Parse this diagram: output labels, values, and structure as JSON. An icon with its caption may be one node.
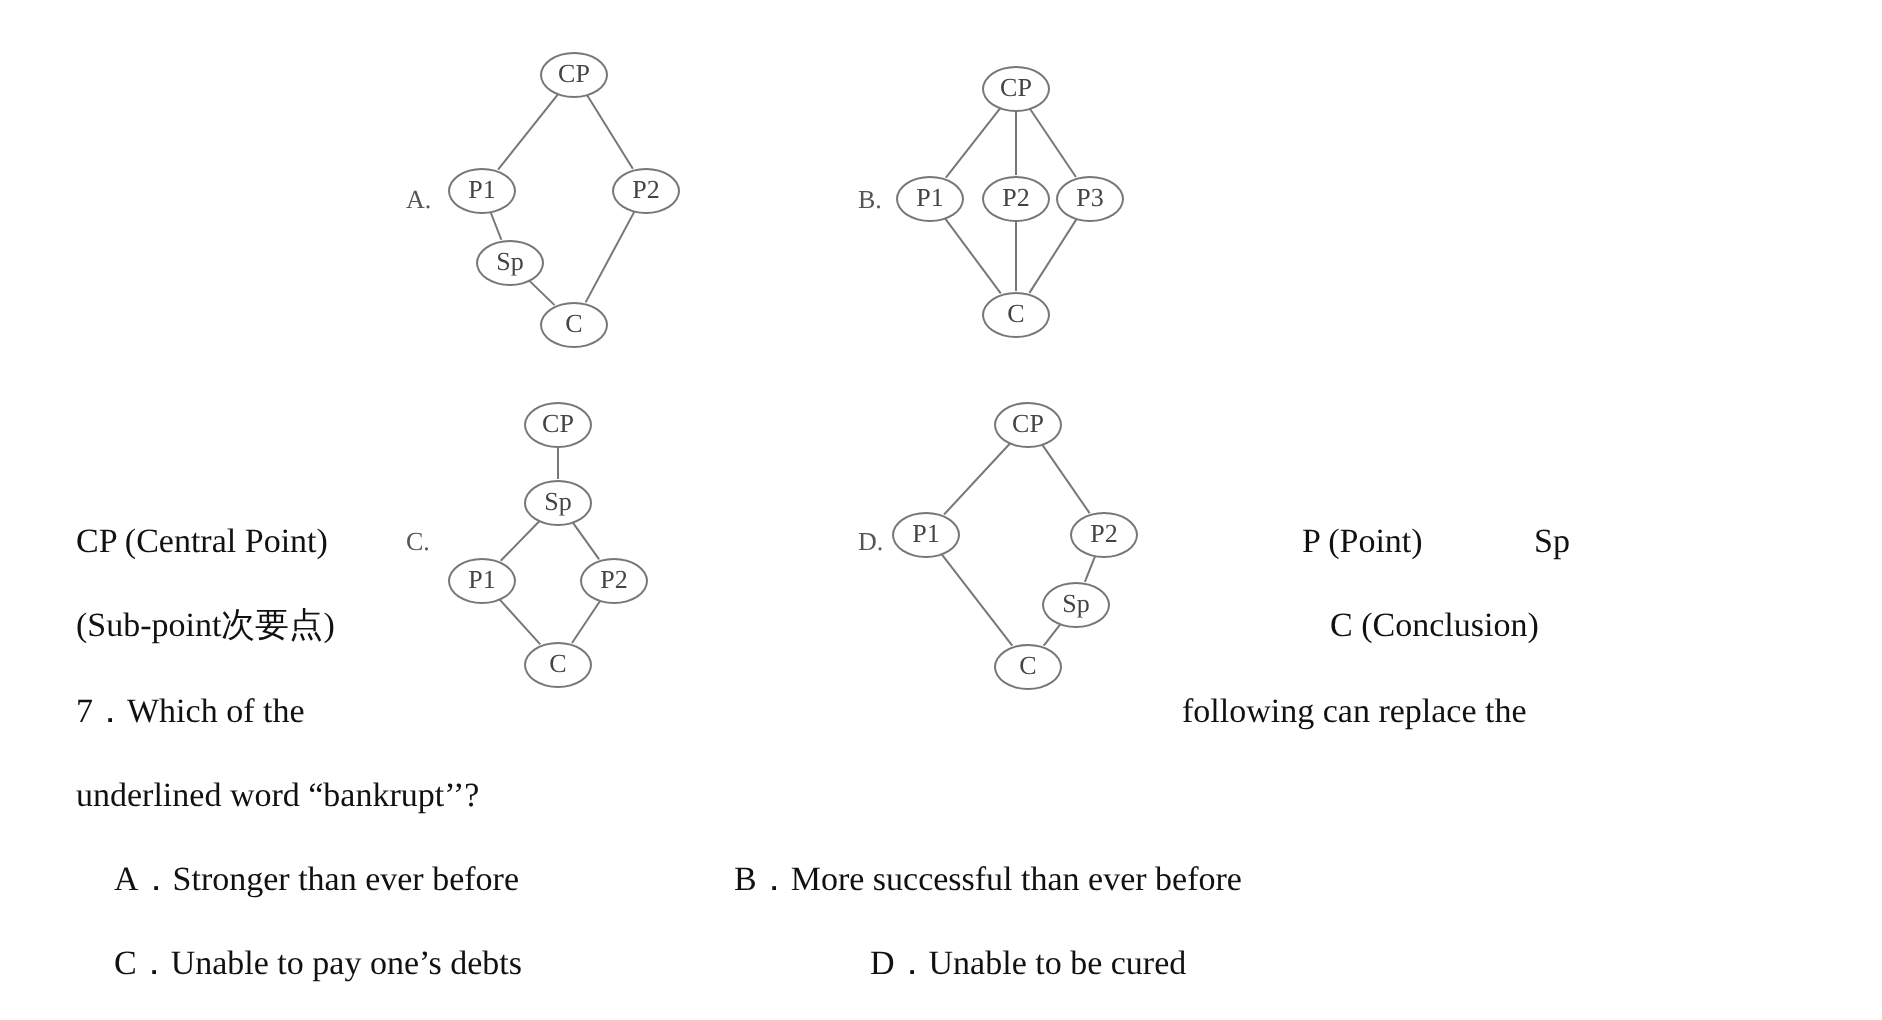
{
  "diagram": {
    "nodes": [
      {
        "text": [
          "CP"
        ]
      },
      {
        "text": [
          "P1"
        ]
      },
      {
        "text": [
          "P2"
        ]
      },
      {
        "text": [
          "Sp"
        ]
      },
      {
        "text": [
          "C"
        ]
      },
      {
        "text": [
          "CP"
        ]
      },
      {
        "text": [
          "P1"
        ]
      },
      {
        "text": [
          "P2"
        ]
      },
      {
        "text": [
          "P3"
        ]
      },
      {
        "text": [
          "C"
        ]
      },
      {
        "text": [
          "CP"
        ]
      },
      {
        "text": [
          "Sp"
        ]
      },
      {
        "text": [
          "P1"
        ]
      },
      {
        "text": [
          "P2"
        ]
      },
      {
        "text": [
          "C"
        ]
      },
      {
        "text": [
          "CP"
        ]
      },
      {
        "text": [
          "P1"
        ]
      },
      {
        "text": [
          "P2"
        ]
      },
      {
        "text": [
          "Sp"
        ]
      },
      {
        "text": [
          "C"
        ]
      }
    ],
    "edges": [
      {
        "from": 0,
        "to": 1,
        "arrow": "none"
      },
      {
        "from": 0,
        "to": 2,
        "arrow": "none"
      },
      {
        "from": 1,
        "to": 3,
        "arrow": "none"
      },
      {
        "from": 3,
        "to": 4,
        "arrow": "none"
      },
      {
        "from": 2,
        "to": 4,
        "arrow": "none"
      },
      {
        "from": 5,
        "to": 6,
        "arrow": "none"
      },
      {
        "from": 5,
        "to": 7,
        "arrow": "none"
      },
      {
        "from": 5,
        "to": 8,
        "arrow": "none"
      },
      {
        "from": 6,
        "to": 9,
        "arrow": "none"
      },
      {
        "from": 7,
        "to": 9,
        "arrow": "none"
      },
      {
        "from": 8,
        "to": 9,
        "arrow": "none"
      },
      {
        "from": 10,
        "to": 11,
        "arrow": "none"
      },
      {
        "from": 11,
        "to": 12,
        "arrow": "none"
      },
      {
        "from": 11,
        "to": 13,
        "arrow": "none"
      },
      {
        "from": 12,
        "to": 14,
        "arrow": "none"
      },
      {
        "from": 13,
        "to": 14,
        "arrow": "none"
      },
      {
        "from": 15,
        "to": 16,
        "arrow": "none"
      },
      {
        "from": 15,
        "to": 17,
        "arrow": "none"
      },
      {
        "from": 16,
        "to": 19,
        "arrow": "none"
      },
      {
        "from": 17,
        "to": 18,
        "arrow": "none"
      },
      {
        "from": 18,
        "to": 19,
        "arrow": "none"
      }
    ],
    "labels": [
      "A.",
      "B.",
      "CP (Central Point)",
      "C.",
      "D.",
      "P (Point)",
      "Sp",
      "(Sub-point次要点)",
      "C (Conclusion)",
      "7．Which of the",
      "following can replace the",
      "underlined word “bankrupt’’?",
      "A．Stronger than ever before",
      "B．More successful than ever before",
      "C．Unable to pay one’s debts",
      "D．Unable to be cured"
    ]
  }
}
